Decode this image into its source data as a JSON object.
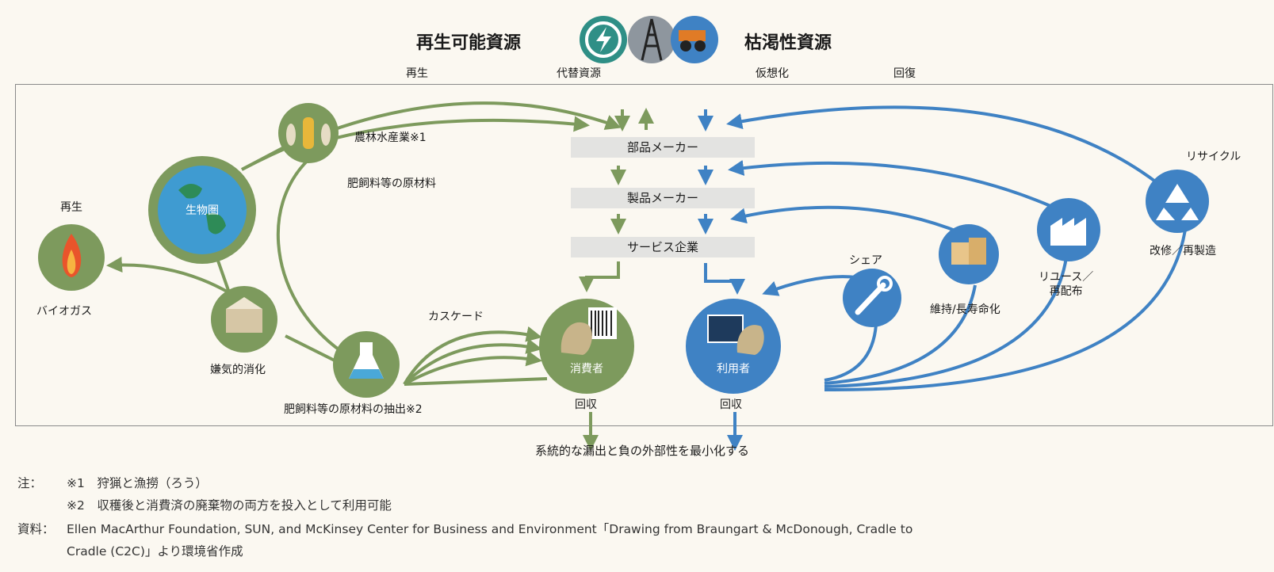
{
  "header": {
    "renewable": "再生可能資源",
    "finite": "枯渇性資源",
    "regenerate": "再生",
    "substitute": "代替資源",
    "virtualize": "仮想化",
    "restore": "回復"
  },
  "chain": {
    "parts_maker": "部品メーカー",
    "product_maker": "製品メーカー",
    "service_provider": "サービス企業"
  },
  "bio": {
    "farming": "農林水産業※1",
    "feedstock": "肥飼料等の原材料",
    "biosphere": "生物圏",
    "regeneration": "再生",
    "biogas": "バイオガス",
    "anaerobic": "嫌気的消化",
    "extraction": "肥飼料等の原材料の抽出※2",
    "cascade": "カスケード",
    "consumer": "消費者",
    "collect_left": "回収"
  },
  "tech": {
    "user": "利用者",
    "collect_right": "回収",
    "share": "シェア",
    "maintain": "維持/長寿命化",
    "reuse": "リユース／\n再配布",
    "refurbish": "改修／再製造",
    "recycle": "リサイクル"
  },
  "bottom": "系統的な漏出と負の外部性を最小化する",
  "notes": {
    "label_note": "注：",
    "note1": "※1　狩猟と漁撈（ろう）",
    "note2": "※2　収穫後と消費済の廃棄物の両方を投入として利用可能",
    "label_source": "資料：",
    "source_line1": "Ellen MacArthur Foundation, SUN, and McKinsey Center for Business and Environment「Drawing from Braungart & McDonough, Cradle to",
    "source_line2": "Cradle (C2C)」より環境省作成"
  },
  "colors": {
    "green": "#7d9a5d",
    "blue": "#3f82c4",
    "box": "#e3e3e1",
    "teal": "#2f8f86"
  }
}
